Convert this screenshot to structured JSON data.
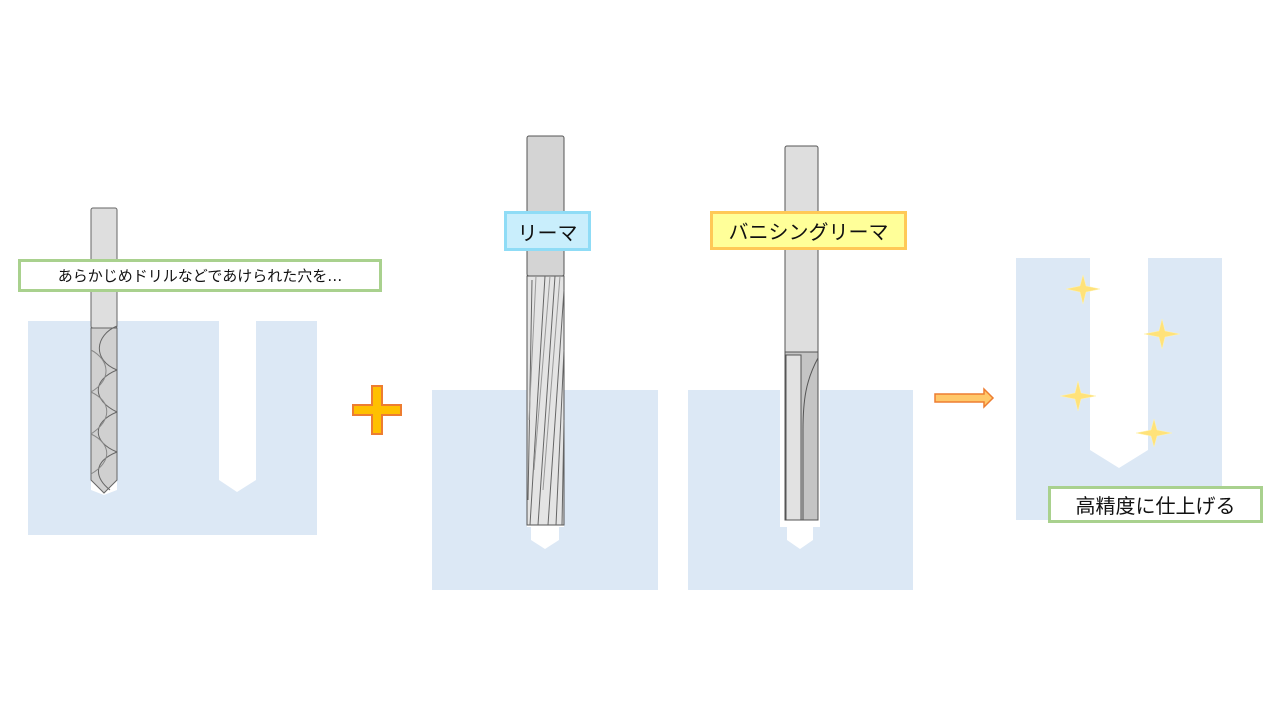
{
  "labels": {
    "pre_drilled": "あらかじめドリルなどであけられた穴を…",
    "reamer": "リーマ",
    "burnishing_reamer": "バニシングリーマ",
    "result": "高精度に仕上げる"
  },
  "colors": {
    "workpiece": "#dce8f5",
    "tool_light": "#dedede",
    "tool_dark": "#c4c4c4",
    "plus_fill": "#ffc000",
    "plus_stroke": "#ed7d31",
    "arrow_fill": "#ffc86a",
    "sparkle": "#ffe27a"
  }
}
